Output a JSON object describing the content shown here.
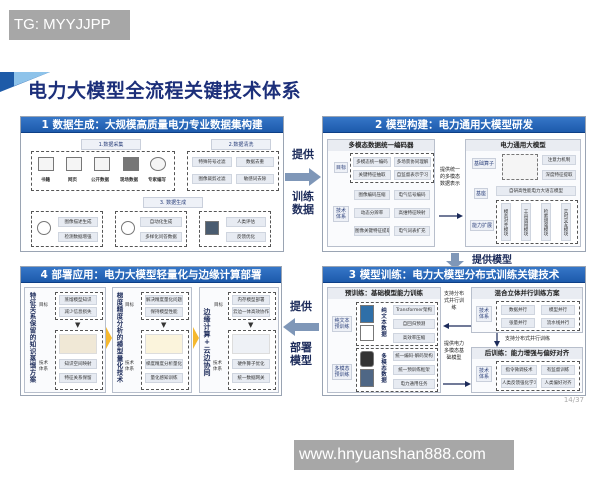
{
  "watermarks": {
    "top": "TG: MYYJJPP",
    "bottom": "www.hnyuanshan888.com"
  },
  "slide": {
    "title": "电力大模型全流程关键技术体系",
    "page": "14/37",
    "panel1": {
      "header": "1 数据生成：大规模高质量电力专业数据集构建",
      "collect": {
        "title": "1.数据采集",
        "items": [
          "书籍",
          "网页",
          "公开数据",
          "现场数据",
          "专家编写"
        ]
      },
      "clean": {
        "title": "2.数据清洗",
        "items": [
          "特殊符号过滤",
          "数据去重",
          "图像裁剪过滤",
          "敏感词去除"
        ]
      },
      "gen": {
        "title": "3. 数据生成",
        "g1": [
          "图像描述生成",
          "检测数据增强"
        ],
        "g2": [
          "自动化生成",
          "多样化问答数据"
        ],
        "g3": [
          "人类评估",
          "反馈优化"
        ]
      }
    },
    "panel2": {
      "header": "2 模型构建：电力通用大模型研发",
      "encoder": {
        "title": "多模态数据统一编码器",
        "goal_label": "目标",
        "goals": [
          "多模态统一编码",
          "多场景协同理解",
          "关键特征抽取",
          "自监督表示学习"
        ],
        "tech_label": "技术体系",
        "techs": [
          "图像编码压缩",
          "电气信号编码",
          "动态分辨率",
          "高维特征映射",
          "图像关键特征提取",
          "电气词表扩充"
        ]
      },
      "mid_text": "提供统一的多模态数据表示",
      "llm": {
        "title": "电力通用大模型",
        "labels": [
          "基础算子",
          "基座",
          "能力扩展"
        ],
        "ops": [
          "注意力机制",
          "深度特征提取"
        ],
        "base": "自研高性能电力大语言模型",
        "modules": [
          "模态对齐模块",
          "工具调用模块",
          "检索增强模块",
          "实时交互模块"
        ]
      }
    },
    "arrow_right": {
      "top": "提供",
      "bottom": "训练数据"
    },
    "arrow_down": "提供模型",
    "arrow_left": {
      "top": "提供",
      "bottom": "部署模型"
    },
    "panel3": {
      "header": "3 模型训练：电力大模型分布式训练关键技术",
      "pretrain": {
        "title": "预训练：基础模型能力训练",
        "text_label": "纯文本预训练",
        "text_data": "纯文本数据",
        "text_items": [
          "Transformer架构",
          "自回归预测",
          "高效率压缩"
        ],
        "mm_label": "多模态预训练",
        "mm_data": "多模态数据",
        "mm_items": [
          "统一编码-解码架构",
          "统一预训练框架",
          "电力通用任务"
        ]
      },
      "mid_top": "支持分布式并行训练",
      "mid_bottom": "提供电力多模态基础模型",
      "parallel": {
        "title": "混合立体并行训练方案",
        "tech_label": "技术体系",
        "items": [
          "数据并行",
          "模型并行",
          "张量并行",
          "流水线并行"
        ]
      },
      "down_label": "支持分布式并行训练",
      "post": {
        "title": "后训练：能力增强与偏好对齐",
        "tech_label": "技术体系",
        "items": [
          "指令微调技术",
          "有监督训练",
          "人类反馈强化学习",
          "人类偏好对齐"
        ]
      }
    },
    "panel4": {
      "header": "4 部署应用：电力大模型轻量化与边缘计算部署",
      "cols": [
        {
          "vtitle": "特征关系保留的知识蒸馏方案",
          "goal_label": "目标",
          "goals": [
            "蒸馏模型知识",
            "减少信息损失"
          ],
          "tech_label": "技术体系",
          "techs": [
            "知识空间映射",
            "特征关系保留"
          ]
        },
        {
          "vtitle": "梯度精度分析的模型量化技术",
          "goal_label": "目标",
          "goals": [
            "解决精度量化问题",
            "保持模型性能"
          ],
          "tech_label": "技术体系",
          "techs": [
            "梯度精度分析量化",
            "量化感知训练"
          ]
        },
        {
          "vtitle": "边缘计算+云边协同",
          "goal_label": "目标",
          "goals": [
            "内存模型部署",
            "云边一体高效协作"
          ],
          "tech_label": "技术体系",
          "techs": [
            "硬件算子优化",
            "统一数据网关"
          ]
        }
      ]
    }
  }
}
